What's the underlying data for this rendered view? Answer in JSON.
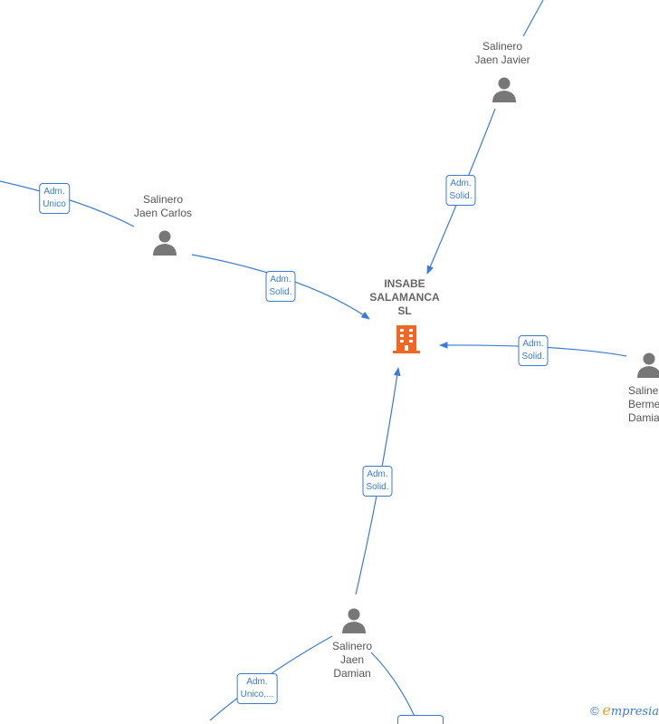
{
  "company": {
    "lines": [
      "INSABE",
      "SALAMANCA",
      "SL"
    ],
    "color": "#f26522"
  },
  "people": [
    {
      "id": "p-javier",
      "lines": [
        "Salinero",
        "Jaen Javier"
      ]
    },
    {
      "id": "p-carlos",
      "lines": [
        "Salinero",
        "Jaen Carlos"
      ]
    },
    {
      "id": "p-bermejo",
      "lines": [
        "Salinero",
        "Berme",
        "Damia"
      ]
    },
    {
      "id": "p-damian",
      "lines": [
        "Salinero",
        "Jaen",
        "Damian"
      ]
    }
  ],
  "edges": [
    {
      "id": "e-javier",
      "lines": [
        "Adm.",
        "Solid."
      ]
    },
    {
      "id": "e-carlos",
      "lines": [
        "Adm.",
        "Solid."
      ]
    },
    {
      "id": "e-bermejo",
      "lines": [
        "Adm.",
        "Solid."
      ]
    },
    {
      "id": "e-damian",
      "lines": [
        "Adm.",
        "Solid."
      ]
    },
    {
      "id": "e-carlos-out",
      "lines": [
        "Adm.",
        "Unico"
      ]
    },
    {
      "id": "e-damian-out",
      "lines": [
        "Adm.",
        "Unico,..."
      ]
    },
    {
      "id": "e-damian-out2",
      "lines": [
        "",
        ""
      ]
    }
  ],
  "footer": {
    "copyright": "©",
    "brand_initial": "e",
    "brand_rest": "mpresia"
  },
  "colors": {
    "edge": "#3a7bd5",
    "person_icon": "#777777",
    "text": "#555555"
  }
}
